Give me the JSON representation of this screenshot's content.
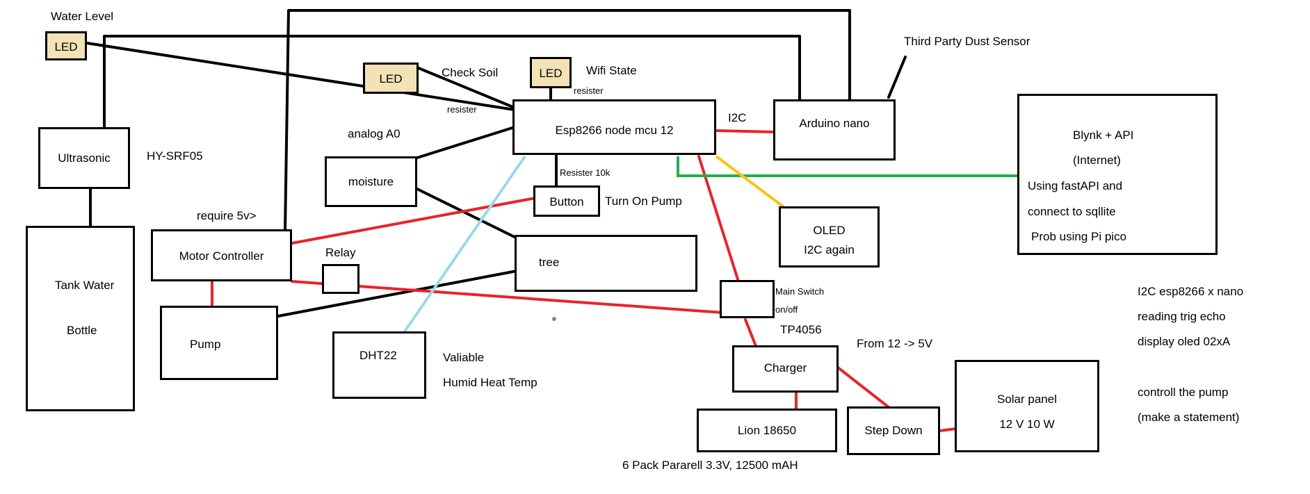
{
  "diagram": {
    "components": {
      "led_water": "LED",
      "led_soil": "LED",
      "led_wifi": "LED",
      "esp": "Esp8266  node mcu 12",
      "nano": "Arduino nano",
      "blynk_1": "Blynk + API",
      "blynk_2": "(Internet)",
      "blynk_3": "Using fastAPI and",
      "blynk_4": "connect to sqllite",
      "blynk_5": "Prob using Pi pico",
      "ultrasonic": "Ultrasonic",
      "moisture": "moisture",
      "button": "Button",
      "oled_1": "OLED",
      "oled_2": "I2C again",
      "tank_1": "Tank Water",
      "tank_2": "Bottle",
      "motor": "Motor Controller",
      "tree": "tree",
      "pump": "Pump",
      "dht": "DHT22",
      "charger": "Charger",
      "lion": "Lion 18650",
      "stepdown": "Step Down",
      "solar_1": "Solar panel",
      "solar_2": "12 V 10 W"
    },
    "labels": {
      "water_level": "Water Level",
      "check_soil": "Check Soil",
      "wifi_state": "Wifi State",
      "resister_wifi": "resister",
      "resister_soil": "resister",
      "dust": "Third Party Dust Sensor",
      "i2c": "I2C",
      "analog": "analog A0",
      "hysrf": "HY-SRF05",
      "resister10k": "Resister 10k",
      "turn_on_pump": "Turn On Pump",
      "require5v": "require 5v>",
      "relay": "Relay",
      "main_switch_1": "Main Switch",
      "main_switch_2": "on/off",
      "tp4056": "TP4056",
      "from12": "From 12 -> 5V",
      "valiable": "Valiable",
      "humid": "Humid Heat Temp",
      "six_pack": "6 Pack Pararell 3.3V, 12500 mAH",
      "note_1": "I2C esp8266 x nano",
      "note_2": "reading trig echo",
      "note_3": "display oled 02xA",
      "note_4": "controll the pump",
      "note_5": "(make a statement)"
    },
    "wire_colors": {
      "black": "#000000",
      "red": "#e8232c",
      "green": "#22b14c",
      "yellow": "#ffc20e",
      "light_blue": "#99d9ea"
    }
  }
}
